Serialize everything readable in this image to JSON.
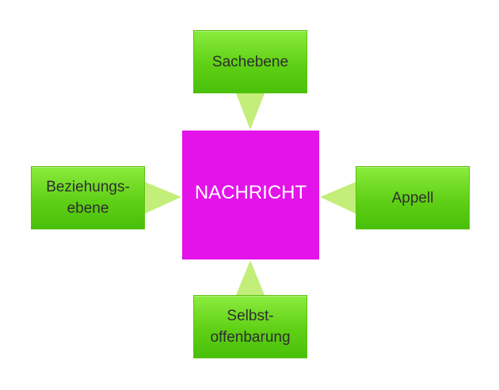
{
  "diagram": {
    "center": {
      "label": "NACHRICHT"
    },
    "top": {
      "label": "Sachebene"
    },
    "left": {
      "label": "Beziehungs-\nebene"
    },
    "right": {
      "label": "Appell"
    },
    "bottom": {
      "label": "Selbst-\noffenbarung"
    }
  },
  "colors": {
    "center": "#e313e9",
    "box": "#5fd015",
    "arrow": "#c2ee79"
  }
}
